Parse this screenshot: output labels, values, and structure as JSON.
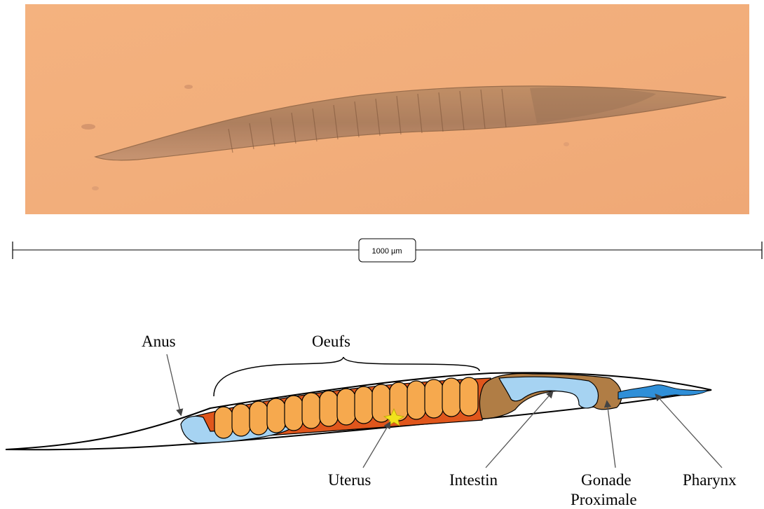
{
  "scale_bar": {
    "label": "1000 µm"
  },
  "labels": {
    "anus": "Anus",
    "eggs": "Oeufs",
    "uterus": "Uterus",
    "intestine": "Intestin",
    "gonad_line1": "Gonade",
    "gonad_line2": "Proximale",
    "pharynx": "Pharynx"
  },
  "colors": {
    "photo_background": "#f2b07e",
    "eggs": "#f6a94e",
    "uterus_wall": "#e0561c",
    "intestine": "#a6d3f2",
    "gonad": "#b07d45",
    "pharynx": "#2f8fd8",
    "uterus_marker": "#f1e21d"
  }
}
